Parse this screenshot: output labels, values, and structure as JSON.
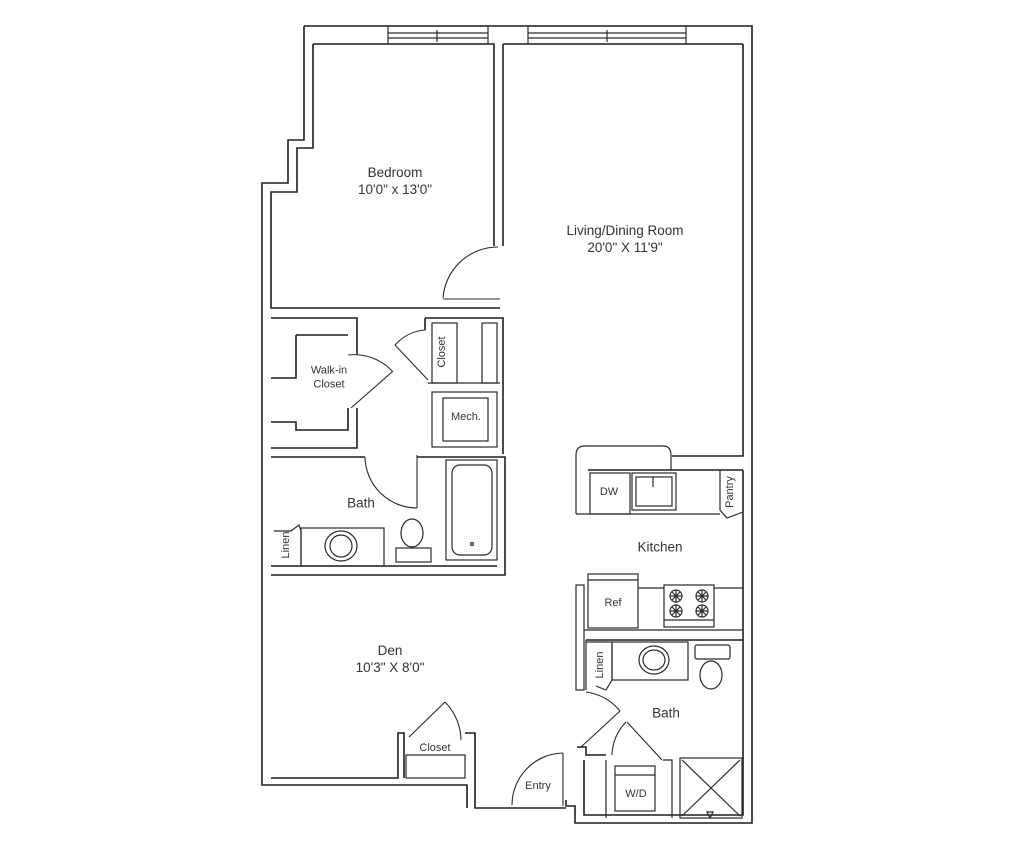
{
  "floorplan": {
    "line_color": "#1e1e1e",
    "background": "#ffffff",
    "rooms": {
      "bedroom": {
        "name": "Bedroom",
        "dims": "10'0\" x 13'0\""
      },
      "living": {
        "name": "Living/Dining Room",
        "dims": "20'0\" X 11'9\""
      },
      "walkin": {
        "name": "Walk-in",
        "name2": "Closet"
      },
      "closet_hall": {
        "name": "Closet"
      },
      "mech": {
        "name": "Mech."
      },
      "bath1": {
        "name": "Bath"
      },
      "linen1": {
        "name": "Linen"
      },
      "kitchen": {
        "name": "Kitchen"
      },
      "dw": {
        "name": "DW"
      },
      "pantry": {
        "name": "Pantry"
      },
      "ref": {
        "name": "Ref"
      },
      "den": {
        "name": "Den",
        "dims": "10'3\" X 8'0\""
      },
      "closet_den": {
        "name": "Closet"
      },
      "bath2": {
        "name": "Bath"
      },
      "linen2": {
        "name": "Linen"
      },
      "wd": {
        "name": "W/D"
      },
      "entry": {
        "name": "Entry"
      }
    }
  }
}
